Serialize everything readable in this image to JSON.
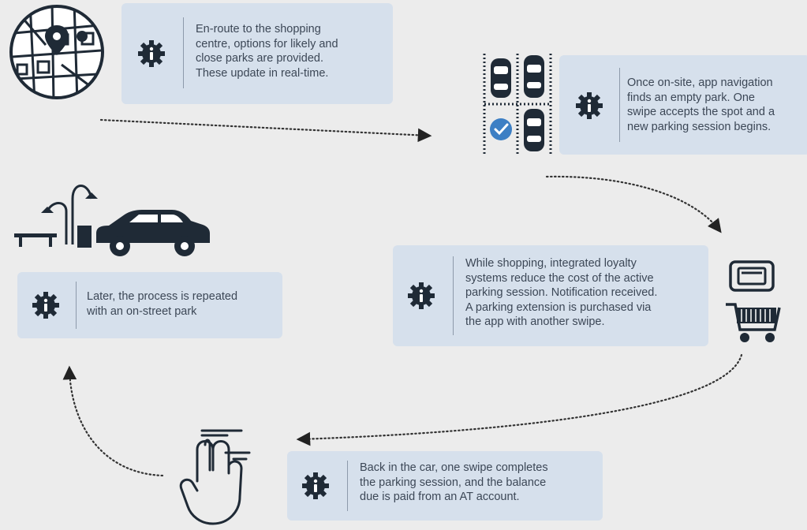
{
  "steps": [
    {
      "id": "approach",
      "icon": "gear-info-icon",
      "text": "En-route to the shopping\ncentre, options for likely and\nclose parks are provided.\nThese update in real-time.",
      "illustration": "city-map-pin-icon"
    },
    {
      "id": "park",
      "icon": "gear-info-icon",
      "text": "Once on-site, app navigation\nfinds an empty park. One\nswipe accepts the spot and a\nnew parking session begins.",
      "illustration": "parking-lot-cars-icon"
    },
    {
      "id": "shopping",
      "icon": "gear-info-icon",
      "text": "While shopping, integrated loyalty\nsystems reduce the cost of the active\nparking session. Notification received.\nA parking extension is purchased via\nthe app with another swipe.",
      "illustration": "phone-shopping-cart-icon"
    },
    {
      "id": "return",
      "icon": "gear-info-icon",
      "text": "Back in the car, one swipe completes\nthe parking session, and the balance\ndue is paid from an AT account.",
      "illustration": "swipe-hand-icon"
    },
    {
      "id": "repeat",
      "icon": "gear-info-icon",
      "text": "Later, the process is repeated\nwith an on-street park",
      "illustration": "street-car-icon"
    }
  ],
  "colors": {
    "card_bg": "#d6e0ec",
    "page_bg": "#ececec",
    "icon_dark": "#1f2a36",
    "check_blue": "#3d7fc4"
  }
}
